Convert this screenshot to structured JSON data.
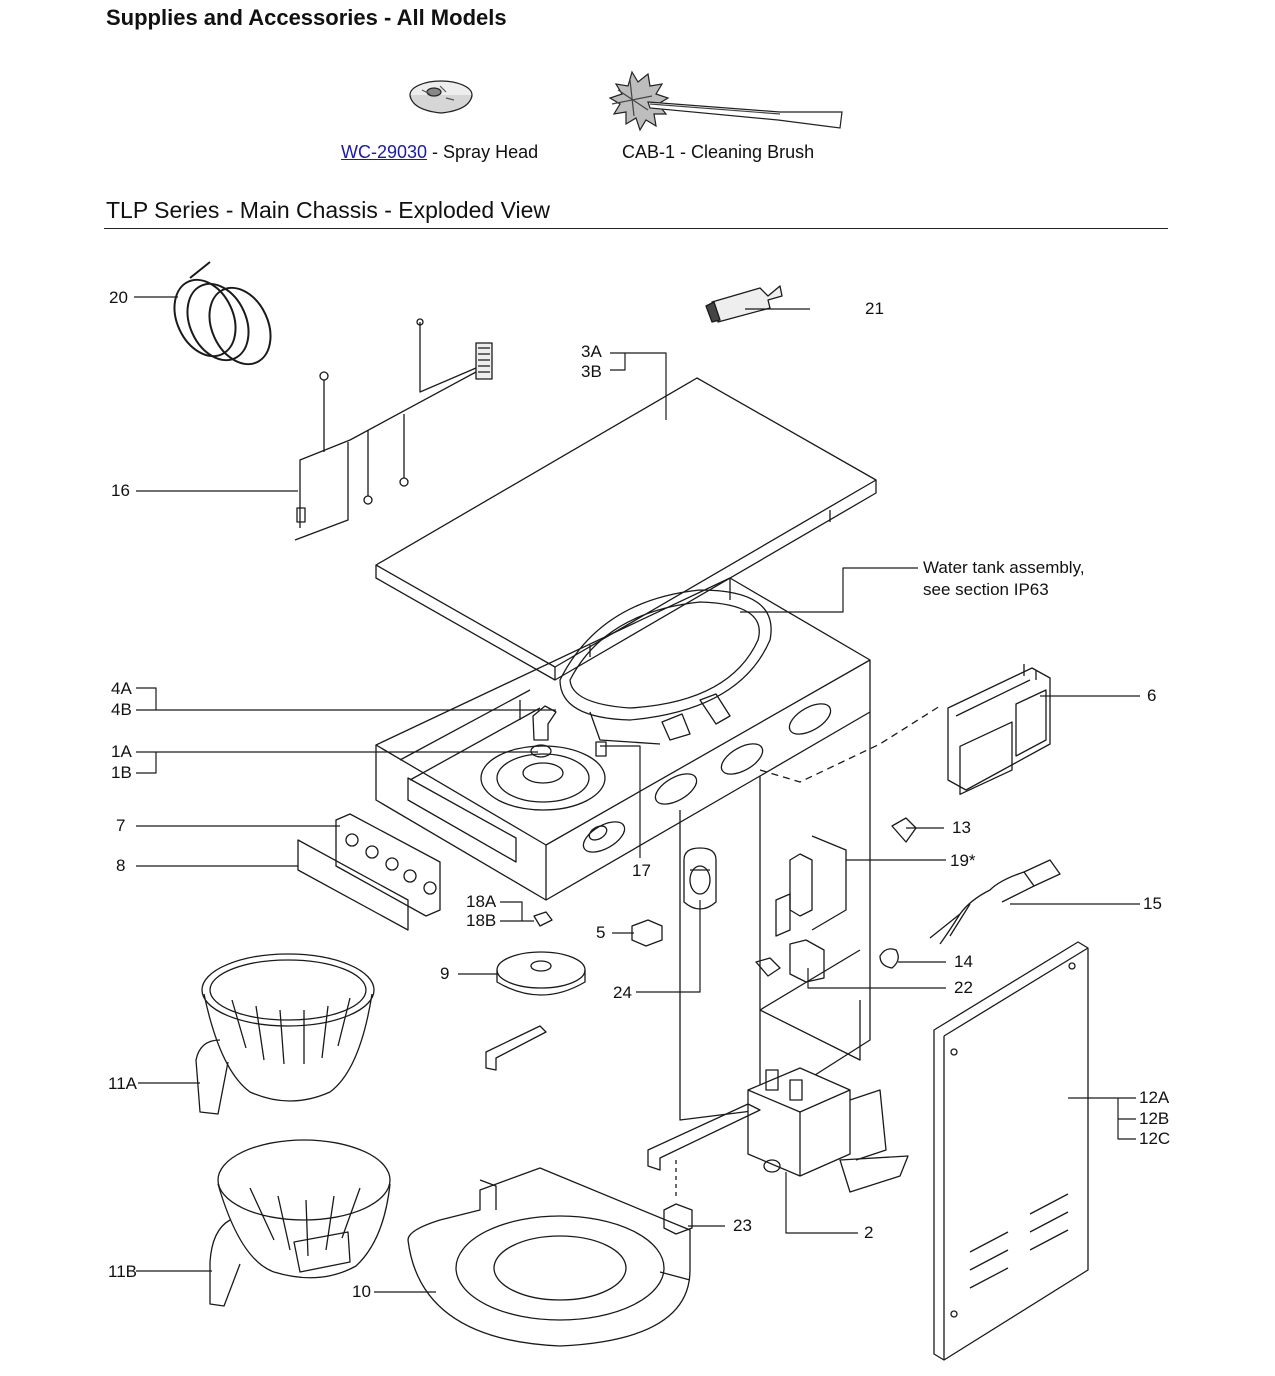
{
  "header": {
    "title": "Supplies and Accessories - All Models"
  },
  "accessories": [
    {
      "part": "WC-29030",
      "desc": " - Spray Head",
      "link": true
    },
    {
      "part": "CAB-1",
      "desc": " - Cleaning Brush",
      "link": false
    }
  ],
  "section": {
    "title": "TLP Series - Main Chassis - Exploded View"
  },
  "note": {
    "line1": "Water tank assembly,",
    "line2": "see section IP63"
  },
  "callouts": {
    "c20": "20",
    "c21": "21",
    "c3A": "3A",
    "c3B": "3B",
    "c16": "16",
    "c4A": "4A",
    "c4B": "4B",
    "c1A": "1A",
    "c1B": "1B",
    "c6": "6",
    "c7": "7",
    "c8": "8",
    "c17": "17",
    "c13": "13",
    "c19": "19*",
    "c15": "15",
    "c18A": "18A",
    "c18B": "18B",
    "c5": "5",
    "c9": "9",
    "c24": "24",
    "c14": "14",
    "c22": "22",
    "c11A": "11A",
    "c12A": "12A",
    "c12B": "12B",
    "c12C": "12C",
    "c23": "23",
    "c2": "2",
    "c11B": "11B",
    "c10": "10"
  },
  "icons": [
    "spray-head-icon",
    "cleaning-brush-icon"
  ]
}
